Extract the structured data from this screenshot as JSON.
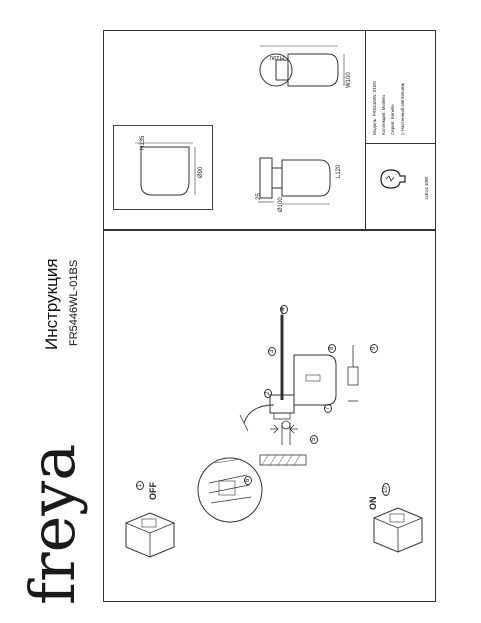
{
  "brand": "freya",
  "title": "Инструкция",
  "model_code": "FR5446WL-01BS",
  "steps": {
    "off": "OFF",
    "on": "ON",
    "n1": "1",
    "n2": "2",
    "n3": "3",
    "n4": "4",
    "n5": "5",
    "n6": "6",
    "n7": "7",
    "n8": "8",
    "n9": "9",
    "n10": "10"
  },
  "dims": {
    "h135": "H135",
    "d90": "Ø90",
    "h190": "H190",
    "w100": "W100",
    "d25": "25",
    "l120": "L120",
    "d100": "Ø100"
  },
  "specs": {
    "model_label": "Модель:",
    "model_value": "FR5446WL-01BS",
    "collection_label": "Коллекция:",
    "collection_value": "Modern",
    "series_label": "Серия:",
    "series_value": "Kenelle",
    "type_value": "Настенный светильник"
  },
  "bulb": "1xE14 40W",
  "colors": {
    "line": "#333333",
    "accent": "#555555"
  }
}
